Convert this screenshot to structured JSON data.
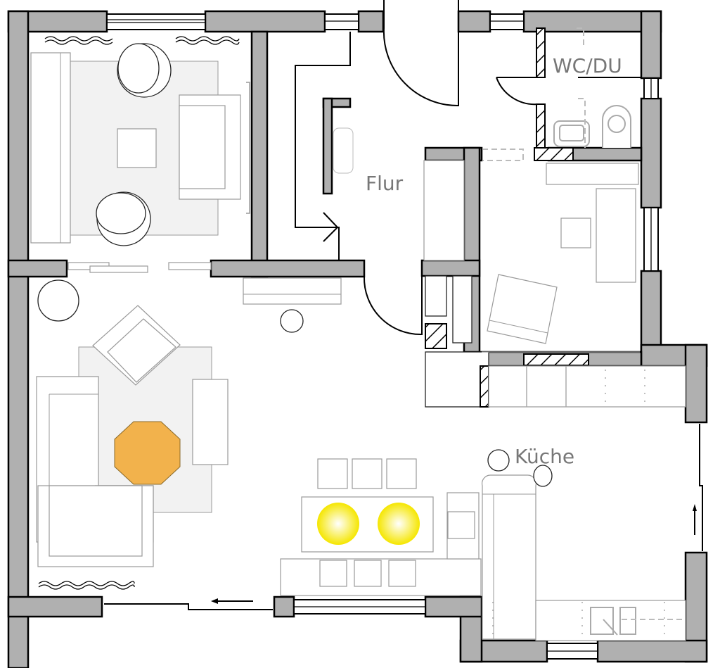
{
  "rooms": {
    "flur": "Flur",
    "wc": "WC/DU",
    "kitchen": "Küche"
  },
  "colors": {
    "wall": "#b0b0b0",
    "rug": "#f2f2f2",
    "table_octagon": "#f2b24c",
    "lamp": "#f5e600",
    "label": "#777777"
  },
  "icons": [
    "door-swing-icon",
    "window-icon",
    "curtain-icon",
    "sliding-door-arrow-icon",
    "stair-arrow-icon"
  ]
}
